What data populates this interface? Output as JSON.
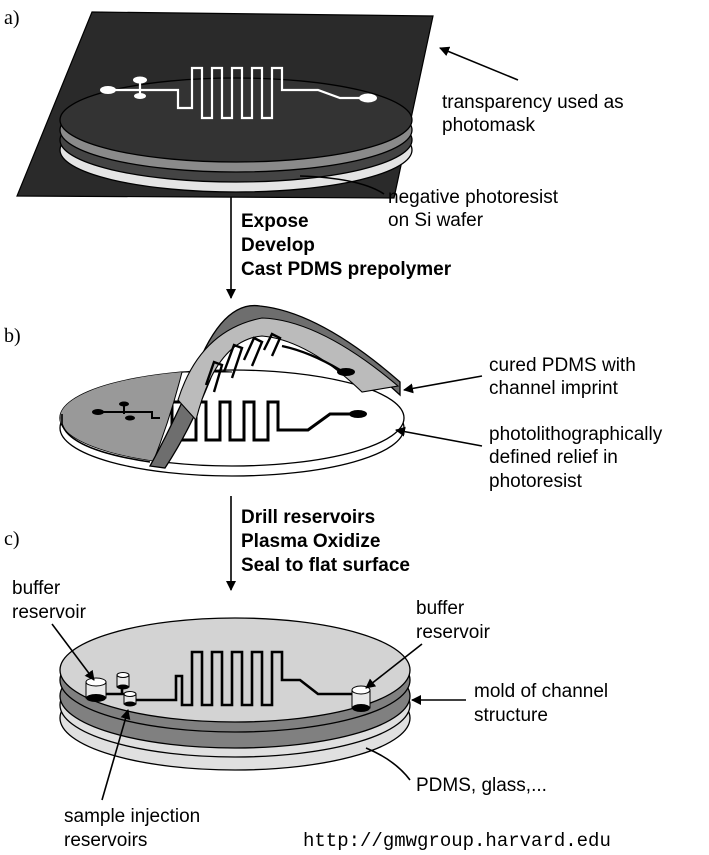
{
  "panels": {
    "a": "a)",
    "b": "b)",
    "c": "c)"
  },
  "steps": {
    "ab": [
      "Expose",
      "Develop",
      "Cast PDMS prepolymer"
    ],
    "bc": [
      "Drill reservoirs",
      "Plasma Oxidize",
      "Seal to flat surface"
    ]
  },
  "labels": {
    "transparency": [
      "transparency used as",
      "photomask"
    ],
    "photoresist": [
      "negative photoresist",
      "on Si wafer"
    ],
    "cured_pdms": [
      "cured PDMS with",
      "channel imprint"
    ],
    "relief": [
      "photolithographically",
      "defined relief in",
      "photoresist"
    ],
    "buffer_left": [
      "buffer",
      "reservoir"
    ],
    "buffer_right": [
      "buffer",
      "reservoir"
    ],
    "mold": [
      "mold of channel",
      "structure"
    ],
    "substrate": "PDMS, glass,...",
    "sample": [
      "sample injection",
      "reservoirs"
    ]
  },
  "url": "http://gmwgroup.harvard.edu",
  "colors": {
    "mask": "#2a2a2a",
    "wafer_top": "#333333",
    "pdms_gray": "#888888",
    "pdms_light": "#cfcfcf",
    "outline": "#000000"
  }
}
